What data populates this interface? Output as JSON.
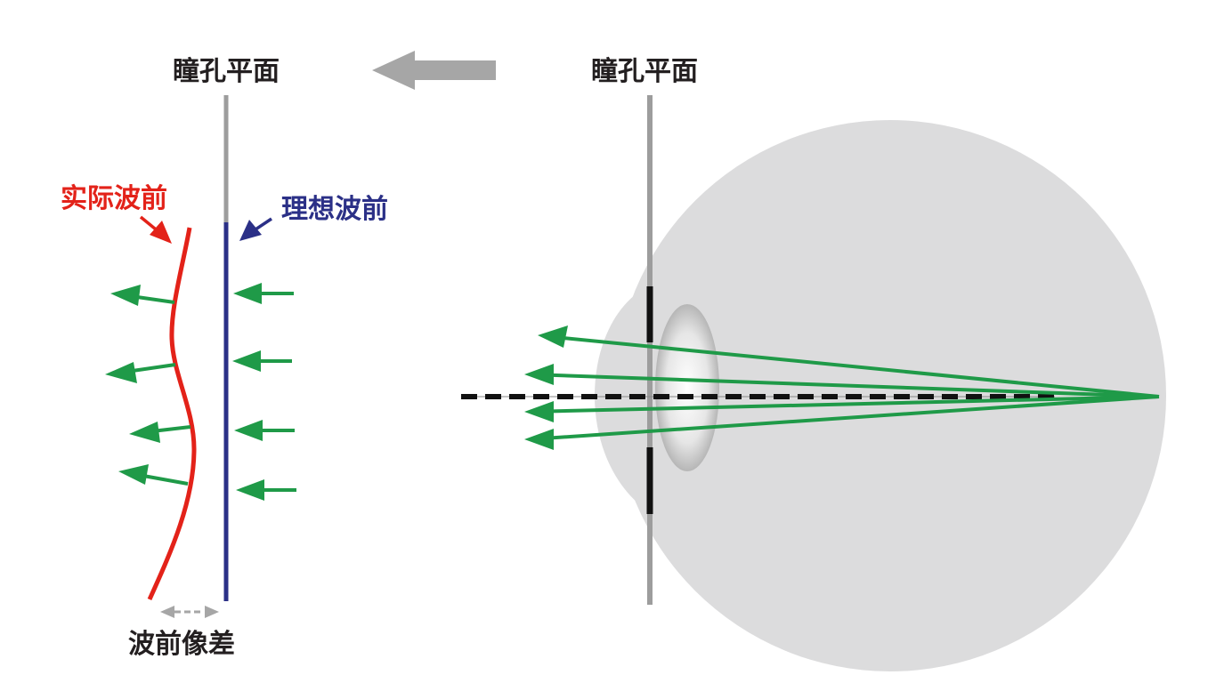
{
  "labels": {
    "pupil_plane_left": "瞳孔平面",
    "pupil_plane_right": "瞳孔平面",
    "actual_wavefront": "实际波前",
    "ideal_wavefront": "理想波前",
    "wavefront_aberration": "波前像差"
  },
  "colors": {
    "actual_wavefront": "#e32219",
    "ideal_wavefront": "#2b3087",
    "rays": "#1f9a48",
    "plane": "#9d9d9d",
    "eyeball": "#dcdcdd",
    "text": "#231f20",
    "axis": "#111111",
    "iris": "#111111",
    "direction_arrow": "#a6a6a6"
  },
  "icons": {
    "direction": "arrow-left-icon",
    "measure": "double-arrow-icon"
  }
}
